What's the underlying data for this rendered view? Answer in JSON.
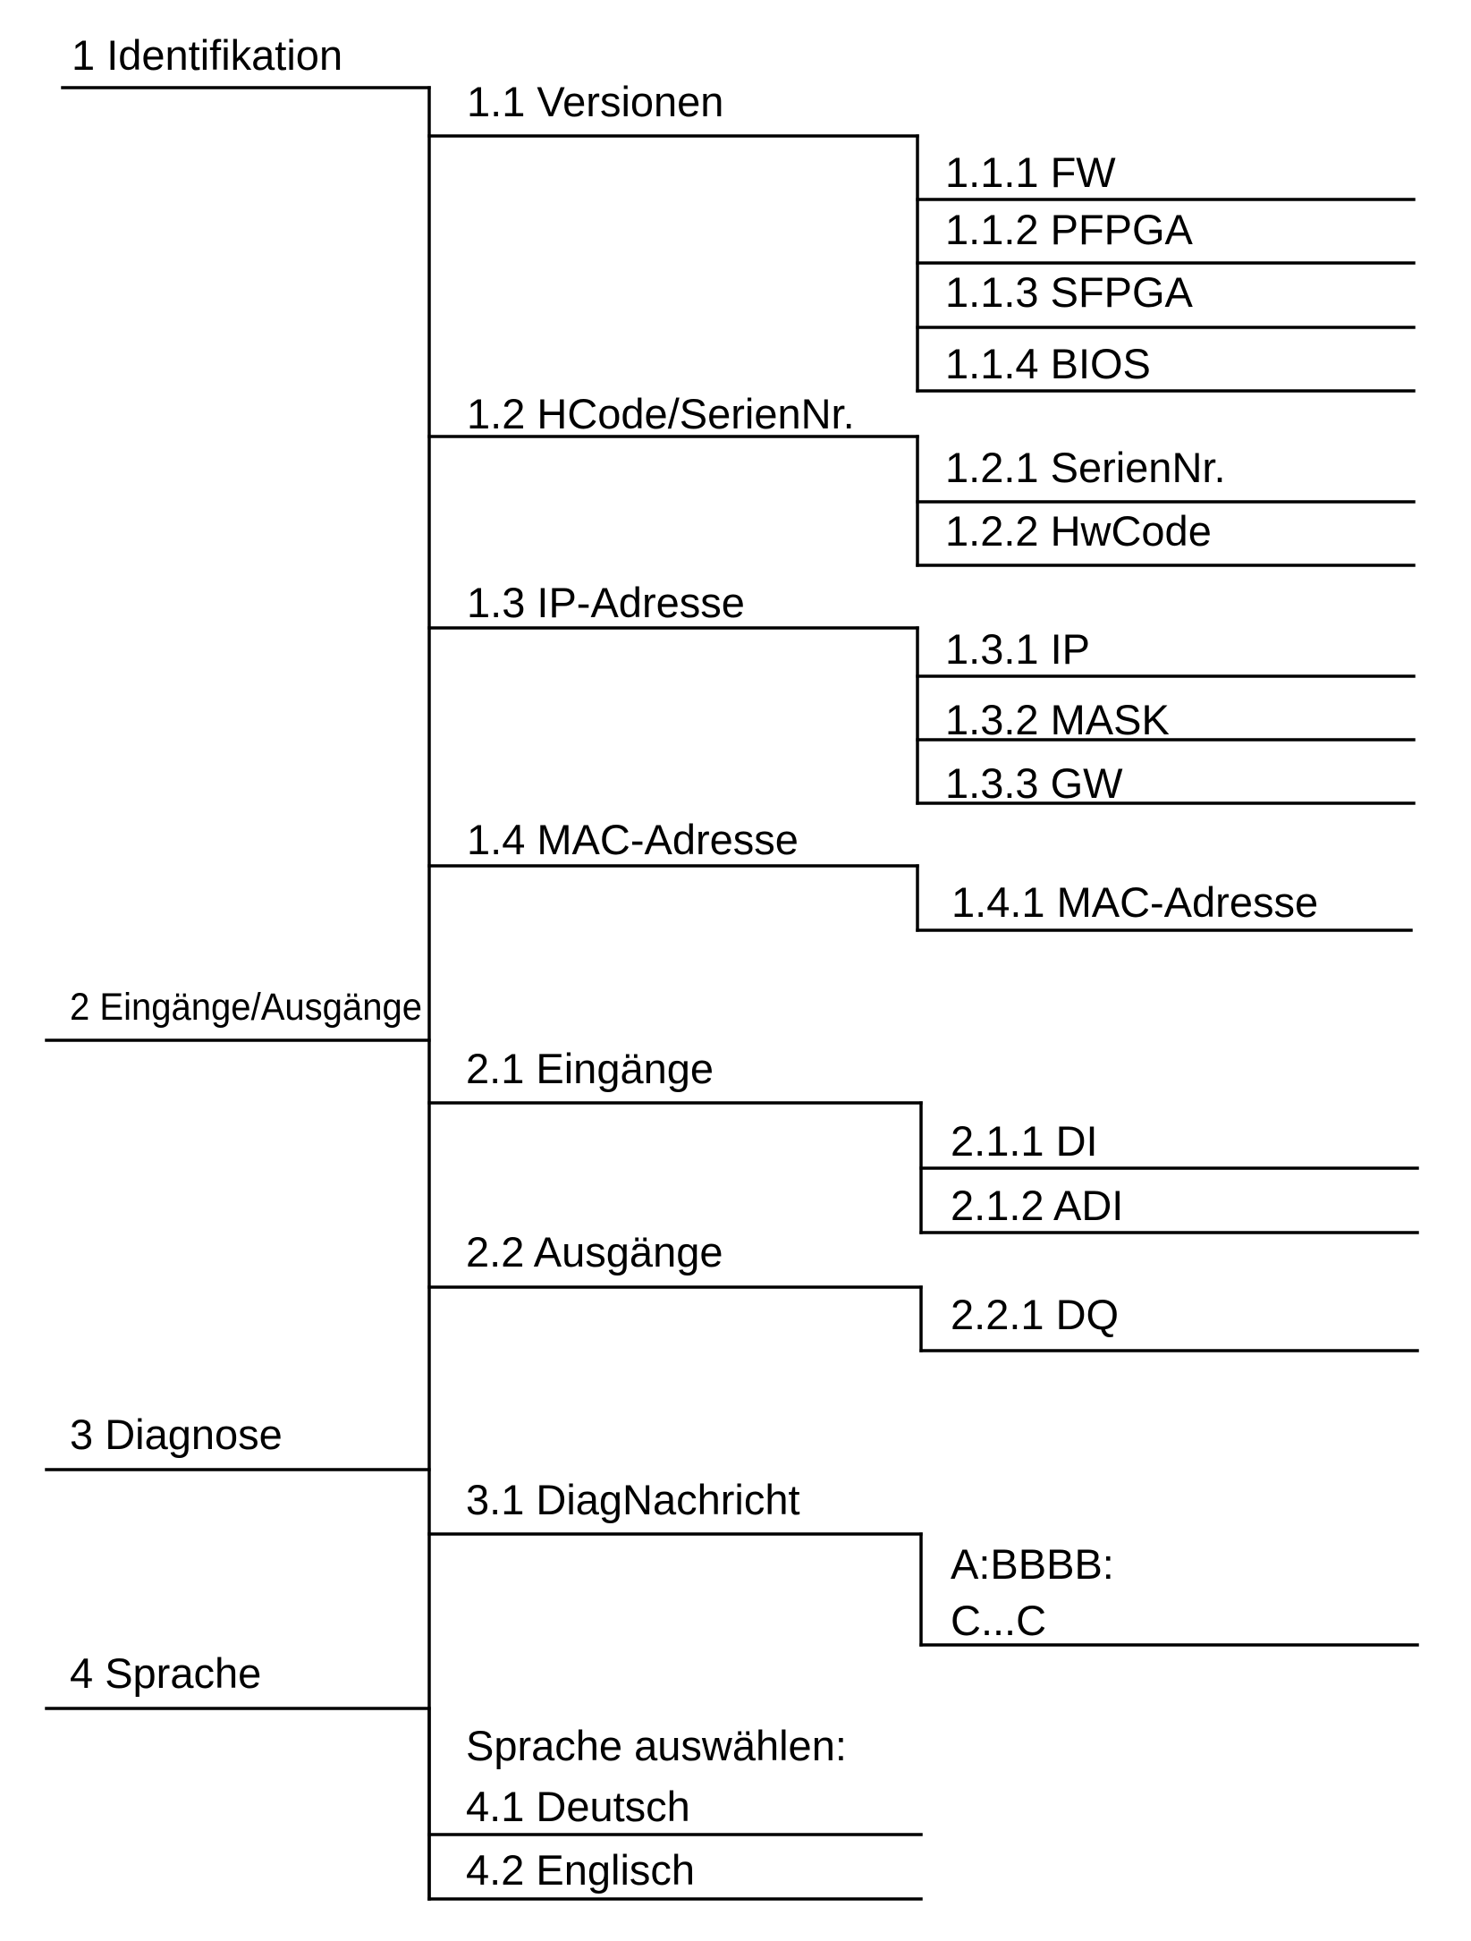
{
  "menu": {
    "l1_identifikation": "1 Identifikation",
    "l1_1_versionen": "1.1 Versionen",
    "l1_1_1_fw": "1.1.1 FW",
    "l1_1_2_pfpga": "1.1.2 PFPGA",
    "l1_1_3_sfpga": "1.1.3 SFPGA",
    "l1_1_4_bios": "1.1.4 BIOS",
    "l1_2_hcode": "1.2 HCode/SerienNr.",
    "l1_2_1_seriennr": "1.2.1 SerienNr.",
    "l1_2_2_hwcode": "1.2.2 HwCode",
    "l1_3_ip_adresse": "1.3 IP-Adresse",
    "l1_3_1_ip": "1.3.1 IP",
    "l1_3_2_mask": "1.3.2 MASK",
    "l1_3_3_gw": "1.3.3 GW",
    "l1_4_mac_adresse": "1.4 MAC-Adresse",
    "l1_4_1_mac_adresse": "1.4.1 MAC-Adresse",
    "l2_eingaenge_ausgaenge": "2 Eingänge/Ausgänge",
    "l2_1_eingaenge": "2.1 Eingänge",
    "l2_1_1_di": "2.1.1 DI",
    "l2_1_2_adi": "2.1.2 ADI",
    "l2_2_ausgaenge": "2.2 Ausgänge",
    "l2_2_1_dq": "2.2.1 DQ",
    "l3_diagnose": "3 Diagnose",
    "l3_1_diagnachricht": "3.1 DiagNachricht",
    "l3_1_msg_line1": "A:BBBB:",
    "l3_1_msg_line2": "C...C",
    "l4_sprache": "4 Sprache",
    "l4_sprache_auswaehlen": "Sprache auswählen:",
    "l4_1_deutsch": "4.1 Deutsch",
    "l4_2_englisch": "4.2 Englisch"
  }
}
